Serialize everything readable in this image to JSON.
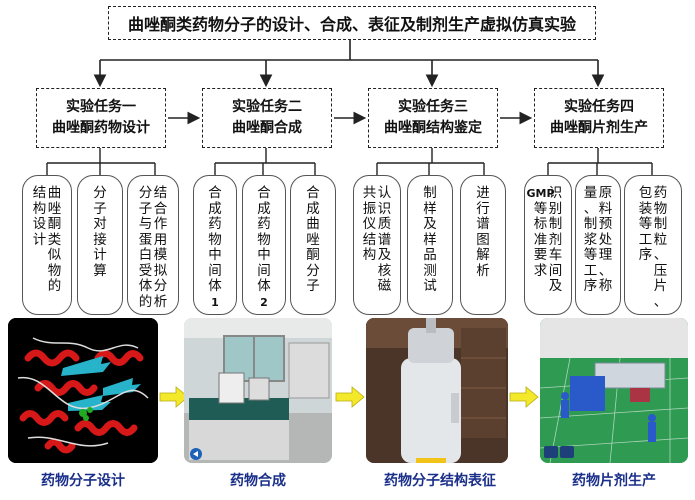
{
  "title": "曲唑酮类药物分子的设计、合成、表征及制剂生产虚拟仿真实验",
  "tasks": [
    {
      "name": "实验任务一",
      "subtitle": "曲唑酮药物设计",
      "subtasks": [
        [
          "曲唑酮类似物的",
          "结构设计"
        ],
        [
          "分子对接计算"
        ],
        [
          "结合作用模拟分析",
          "分子与蛋白受体的"
        ]
      ]
    },
    {
      "name": "实验任务二",
      "subtitle": "曲唑酮合成",
      "subtasks": [
        [
          "合成药物中间体1"
        ],
        [
          "合成药物中间体2"
        ],
        [
          "合成曲唑酮分子"
        ]
      ]
    },
    {
      "name": "实验任务三",
      "subtitle": "曲唑酮结构鉴定",
      "subtasks": [
        [
          "认识质谱及核磁",
          "共振仪结构"
        ],
        [
          "制样及样品测试"
        ],
        [
          "进行谱图解析"
        ]
      ]
    },
    {
      "name": "实验任务四",
      "subtitle": "曲唑酮片剂生产",
      "subtasks": [
        [
          "识别制剂车间及",
          "GMP等标准要求"
        ],
        [
          "原料预处理、称",
          "量、制浆等工序"
        ],
        [
          "药物制粒、压片、",
          "包装等工序"
        ]
      ]
    }
  ],
  "captions": [
    "药物分子设计",
    "药物合成",
    "药物分子结构表征",
    "药物片剂生产"
  ],
  "colors": {
    "arrow_dark": "#222222",
    "arrow_yellow": "#f3e92a",
    "caption": "#1a2f8a",
    "protein_red": "#d61818",
    "protein_cyan": "#27b3c9",
    "lab_floor": "#c9c9c9",
    "factory_floor": "#2f9a52"
  },
  "icons": [
    "arrow-right-icon",
    "arrow-down-icon",
    "back-arrow-icon"
  ]
}
